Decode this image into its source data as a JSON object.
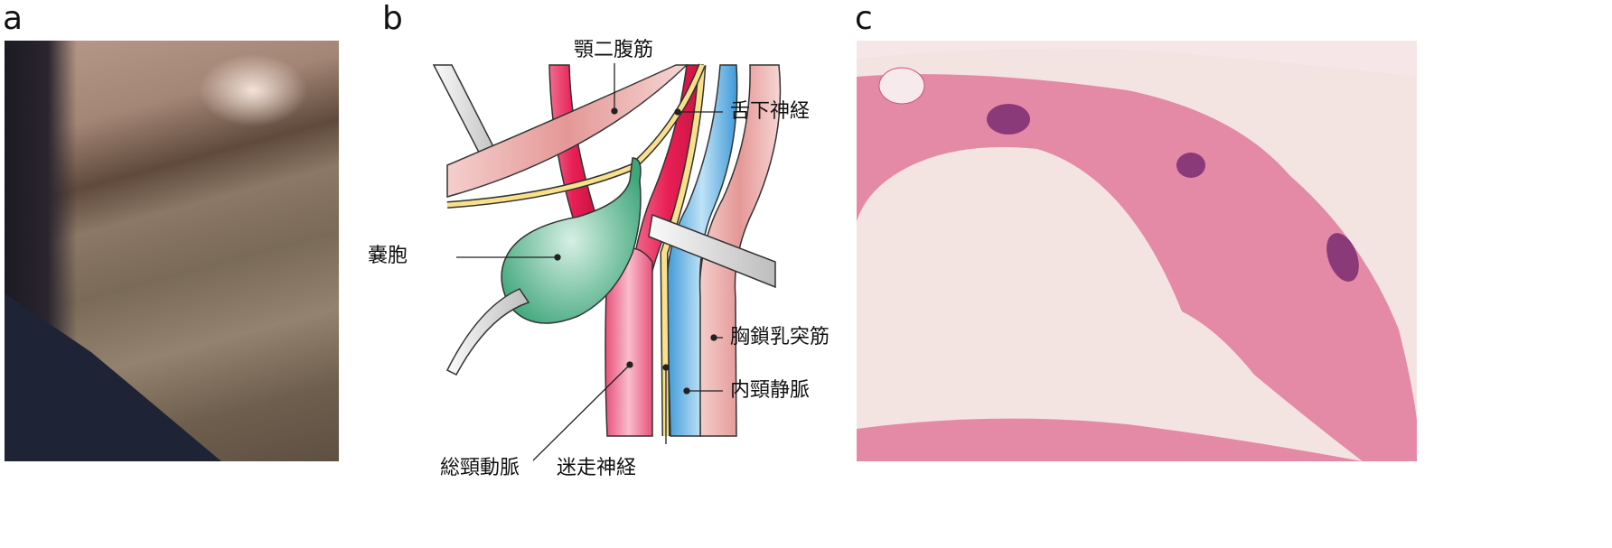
{
  "panels": {
    "a": {
      "label": "a"
    },
    "b": {
      "label": "b",
      "annotations": {
        "digastric": "顎二腹筋",
        "hypoglossal": "舌下神経",
        "cyst": "嚢胞",
        "scm": "胸鎖乳突筋",
        "ijv": "内頸静脈",
        "carotid": "総頸動脈",
        "vagus": "迷走神経"
      }
    },
    "c": {
      "label": "c"
    }
  },
  "colors": {
    "artery": "#e8305e",
    "vein": "#5aaee0",
    "nerve": "#f5d66a",
    "muscle": "#e9a9a7",
    "cyst": "#3fa67a",
    "tissue": "#e88aa8"
  }
}
